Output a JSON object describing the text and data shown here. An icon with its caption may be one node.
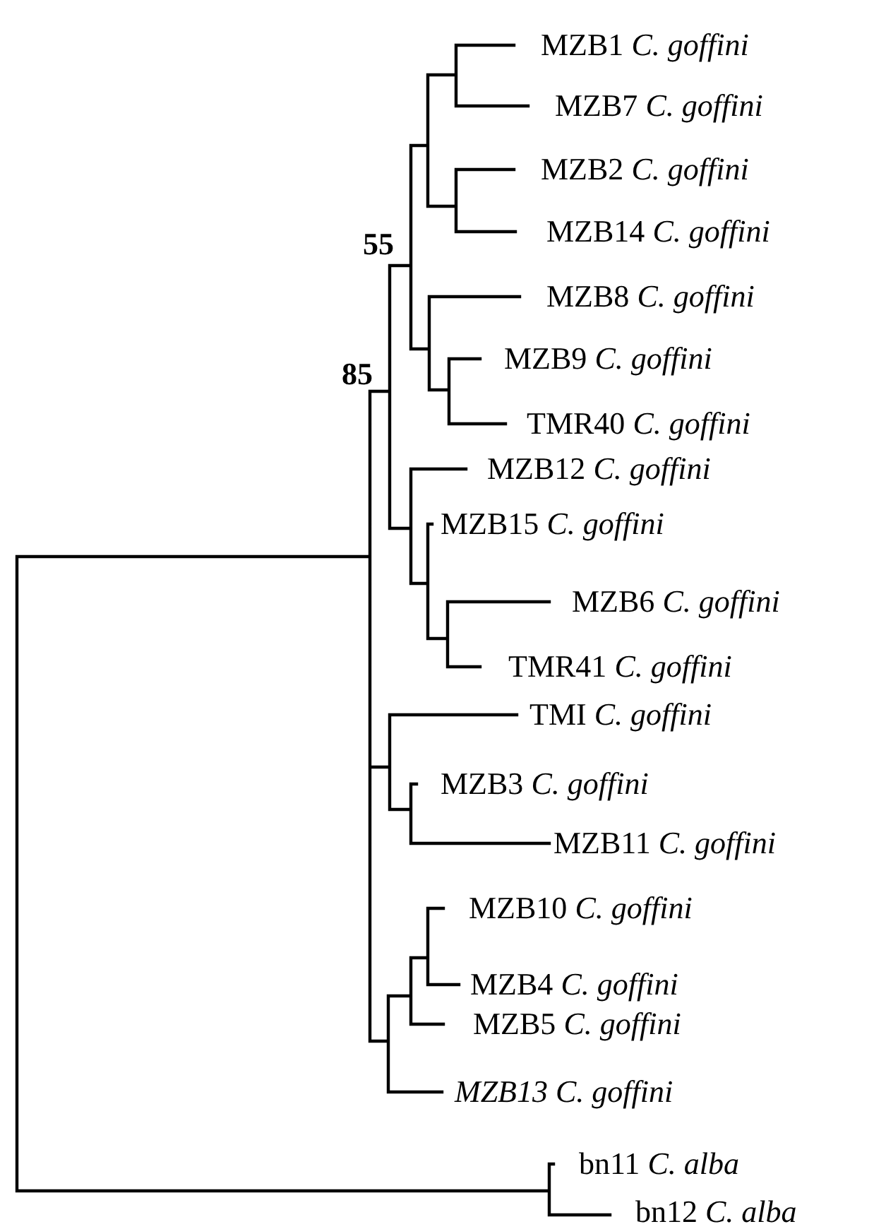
{
  "diagram": {
    "labels": [
      "MZB1 *C. goffini*",
      "MZB7 *C. goffini*",
      "MZB2 *C. goffini*",
      "MZB14 *C. goffini*",
      "55",
      "MZB8 *C. goffini*",
      "MZB9 *C. goffini*",
      "85",
      "TMR40 *C. goffini*",
      "MZB12 *C. goffini*",
      "MZB15 *C. goffini*",
      "MZB6 *C. goffini*",
      "TMR41 *C. goffini*",
      "TMI *C. goffini*",
      "MZB3 *C. goffini*",
      "MZB11 *C. goffini*",
      "MZB10 *C. goffini*",
      "MZB4 *C. goffini*",
      "MZB5 *C. goffini*",
      "MZB13 C. goffini",
      "bn11 *C. alba*",
      "bn12 *C. alba*"
    ]
  }
}
